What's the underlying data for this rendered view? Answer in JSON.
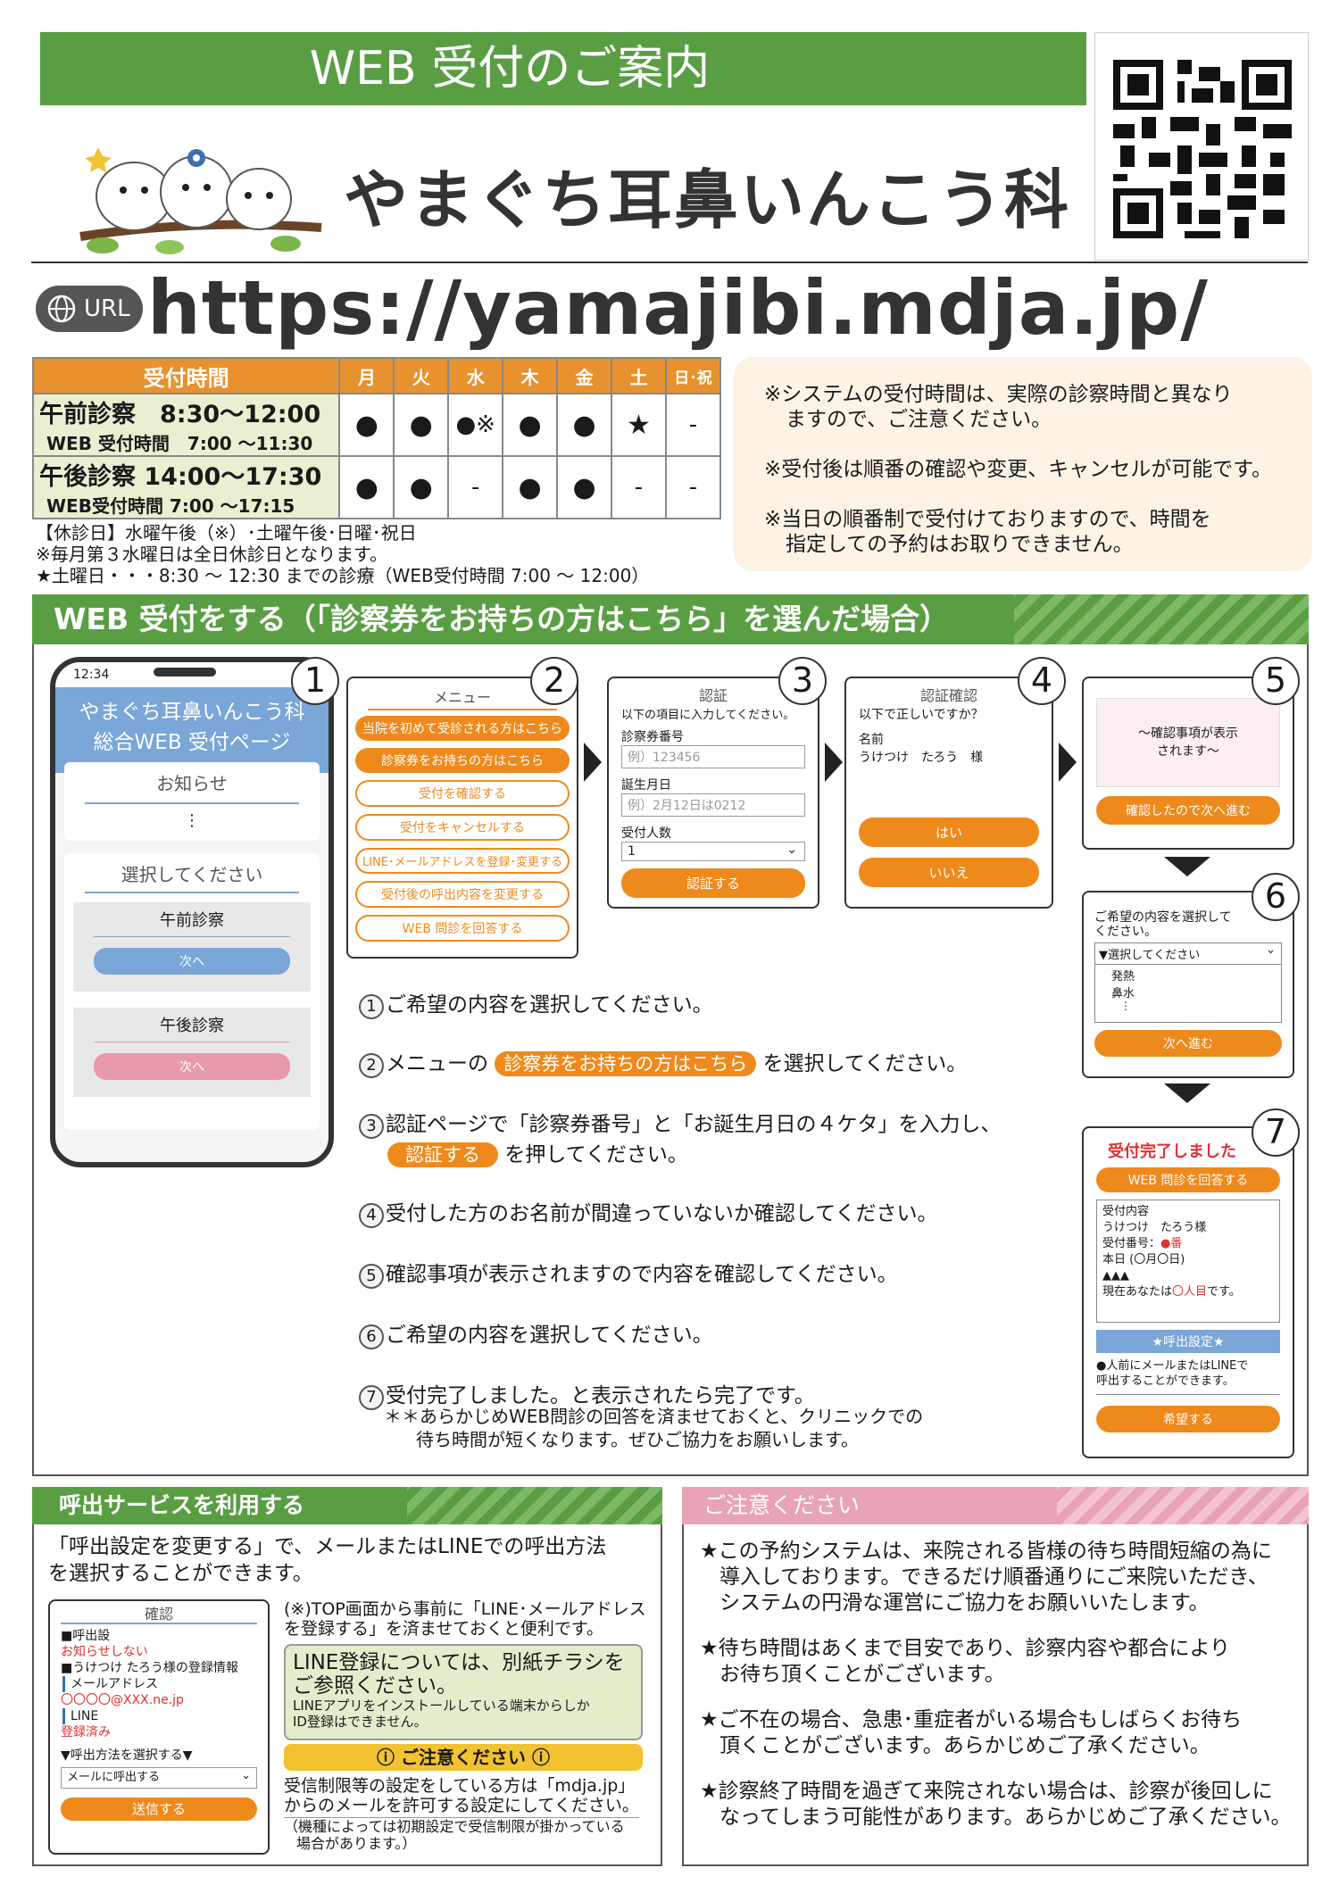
{
  "header": {
    "title": "WEB 受付のご案内",
    "clinic_name": "やまぐち耳鼻いんこう科",
    "url_badge": "URL",
    "url": "https://yamajibi.mdja.jp/"
  },
  "schedule": {
    "head": "受付時間",
    "days": [
      "月",
      "火",
      "水",
      "木",
      "金",
      "土",
      "日･祝"
    ],
    "am": {
      "label": "午前診察　8:30～12:00",
      "sub": "WEB 受付時間　7:00 ～11:30",
      "marks": [
        "●",
        "●",
        "●※",
        "●",
        "●",
        "★",
        "-"
      ]
    },
    "pm": {
      "label": "午後診察 14:00～17:30",
      "sub": "WEB受付時間 7:00 ～17:15",
      "marks": [
        "●",
        "●",
        "-",
        "●",
        "●",
        "-",
        "-"
      ]
    },
    "notes": [
      "【休診日】水曜午後（※）･土曜午後･日曜･祝日",
      "※毎月第３水曜日は全日休診日となります。",
      "★土曜日・・・8:30 ～ 12:30 までの診療（WEB受付時間 7:00 ～ 12:00）"
    ]
  },
  "info_notes": [
    "※システムの受付時間は、実際の診察時間と異なり",
    "ますので、ご注意ください。",
    "※受付後は順番の確認や変更、キャンセルが可能です。",
    "※当日の順番制で受付けておりますので、時間を",
    "指定しての予約はお取りできません。"
  ],
  "section1": {
    "title": "WEB 受付をする（「診察券をお持ちの方はこちら」を選んだ場合）"
  },
  "phone": {
    "time": "12:34",
    "title1": "やまぐち耳鼻いんこう科",
    "title2": "総合WEB 受付ページ",
    "notice": "お知らせ",
    "dots": "⋮",
    "select": "選択してください",
    "am": "午前診察",
    "pm": "午後診察",
    "next": "次へ"
  },
  "step_nums": [
    "1",
    "2",
    "3",
    "4",
    "5",
    "6",
    "7"
  ],
  "menu": {
    "title": "メニュー",
    "items": [
      "当院を初めて受診される方はこちら",
      "診察券をお持ちの方はこちら",
      "受付を確認する",
      "受付をキャンセルする",
      "LINE･メールアドレスを登録･変更する",
      "受付後の呼出内容を変更する",
      "WEB 問診を回答する"
    ]
  },
  "auth": {
    "title": "認証",
    "intro": "以下の項目に入力してください。",
    "card_label": "診察券番号",
    "card_ph": "例）123456",
    "birth_label": "誕生月日",
    "birth_ph": "例）2月12日は0212",
    "count_label": "受付人数",
    "count_val": "1",
    "button": "認証する"
  },
  "confirm": {
    "title": "認証確認",
    "q": "以下で正しいですか？",
    "name_label": "名前",
    "name": "うけつけ　たろう　様",
    "yes": "はい",
    "no": "いいえ"
  },
  "s5": {
    "text1": "～確認事項が表示",
    "text2": "されます～",
    "button": "確認したので次へ進む"
  },
  "s6": {
    "text1": "ご希望の内容を選択して",
    "text2": "ください。",
    "select": "▼選択してください",
    "opts": [
      "発熱",
      "鼻水",
      "⋮"
    ],
    "button": "次へ進む"
  },
  "s7": {
    "title": "受付完了しました",
    "q_button": "WEB 問診を回答する",
    "l1": "受付内容",
    "l2": "うけつけ　たろう様",
    "l3a": "受付番号：",
    "l3b": "●番",
    "l4": "本日 (〇月〇日)",
    "l5": "▲▲▲",
    "l6a": "現在あなたは",
    "l6b": "〇人目",
    "l6c": "です。",
    "call_head": "★呼出設定★",
    "call1": "●人前にメールまたはLINEで",
    "call2": "呼出することができます。",
    "hope": "希望する"
  },
  "instructions": {
    "i1": "ご希望の内容を選択してください。",
    "i2a": "メニューの",
    "i2b": "診察券をお持ちの方はこちら",
    "i2c": "を選択してください。",
    "i3a": "認証ページで「診察券番号」と「お誕生月日の４ケタ」を入力し、",
    "i3b": "認証する",
    "i3c": "を押してください。",
    "i4": "受付した方のお名前が間違っていないか確認してください。",
    "i5": "確認事項が表示されますので内容を確認してください。",
    "i6": "ご希望の内容を選択してください。",
    "i7": "受付完了しました。と表示されたら完了です。",
    "i7n1": "＊＊あらかじめWEB問診の回答を済ませておくと、クリニックでの",
    "i7n2": "待ち時間が短くなります。ぜひご協力をお願いします。"
  },
  "call": {
    "title": "呼出サービスを利用する",
    "desc1": "「呼出設定を変更する」で、メールまたはLINEでの呼出方法",
    "desc2": "を選択することができます。",
    "mock": {
      "title": "確認",
      "l1": "■呼出設",
      "l2": "お知らせしない",
      "l3": "■うけつけ たろう様の登録情報",
      "l4": "メールアドレス",
      "l5": "〇〇〇〇@XXX.ne.jp",
      "l6": "LINE",
      "l7": "登録済み",
      "l8": "▼呼出方法を選択する▼",
      "sel": "メールに呼出する",
      "btn": "送信する"
    },
    "note1": "(※)TOP画面から事前に「LINE･メールアドレス",
    "note2": "を登録する」を済ませておくと便利です。",
    "line1": "LINE登録については、別紙チラシを",
    "line2": "ご参照ください。",
    "line3": "LINEアプリをインストールしている端末からしか",
    "line4": "ID登録はできません。",
    "warn": "ご注意ください",
    "w1": "受信制限等の設定をしている方は「mdja.jp」",
    "w2": "からのメールを許可する設定にしてください。",
    "w3": "（機種によっては初期設定で受信制限が掛かっている",
    "w4": "場合があります。）"
  },
  "caution": {
    "title": "ご注意ください",
    "items": [
      [
        "★この予約システムは、来院される皆様の待ち時間短縮の為に",
        "導入しております。できるだけ順番通りにご来院いただき、",
        "システムの円滑な運営にご協力をお願いいたします。"
      ],
      [
        "★待ち時間はあくまで目安であり、診察内容や都合により",
        "お待ち頂くことがございます。"
      ],
      [
        "★ご不在の場合、急患･重症者がいる場合もしばらくお待ち",
        "頂くことがございます。あらかじめご了承ください。"
      ],
      [
        "★診察終了時間を過ぎて来院されない場合は、診察が後回しに",
        "なってしまう可能性があります。あらかじめご了承ください。"
      ]
    ]
  },
  "colors": {
    "green": "#5a9e44",
    "orange": "#ee8a1c",
    "pink": "#f2c4cf",
    "blue": "#7aa6d8"
  }
}
